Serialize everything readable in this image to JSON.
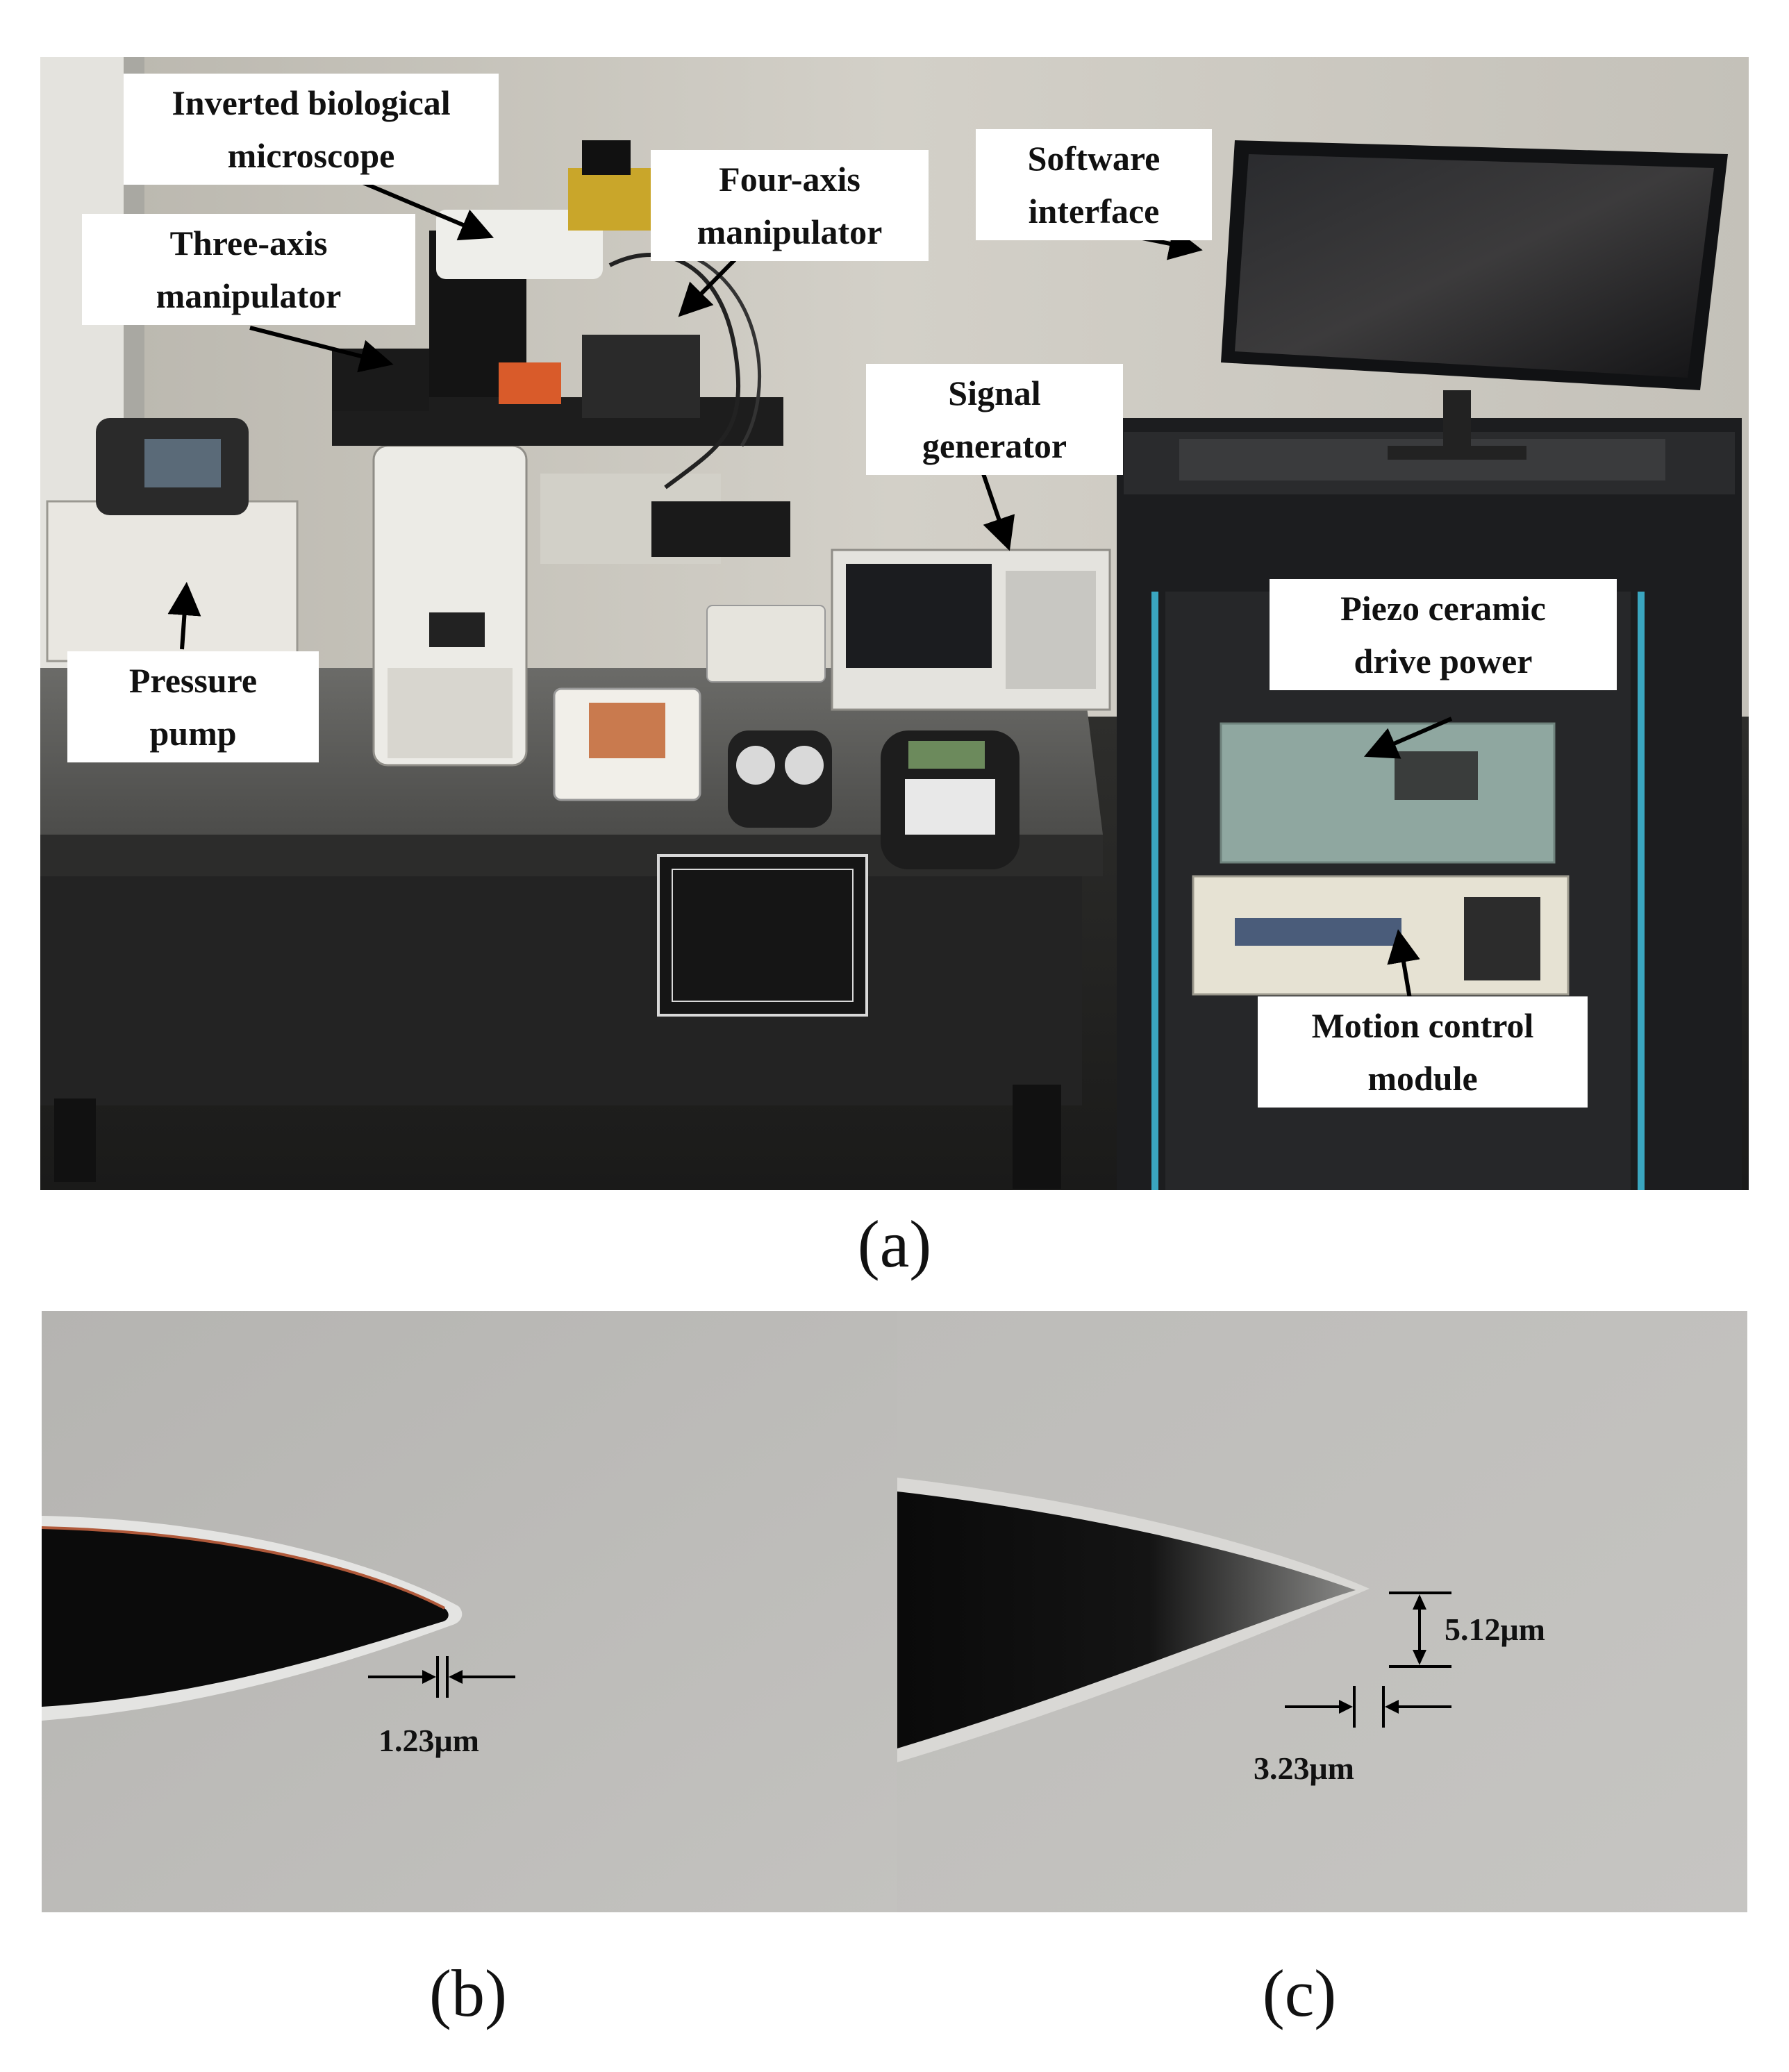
{
  "figure": {
    "labels": {
      "inverted_microscope": "Inverted biological\nmicroscope",
      "four_axis": "Four-axis\nmanipulator",
      "software": "Software\ninterface",
      "three_axis": "Three-axis\nmanipulator",
      "signal_generator": "Signal\ngenerator",
      "pressure_pump": "Pressure\npump",
      "piezo": "Piezo ceramic\ndrive power",
      "motion_control": "Motion control\nmodule"
    },
    "captions": {
      "a": "(a)",
      "b": "(b)",
      "c": "(c)"
    },
    "measurements": {
      "b_tip": "1.23μm",
      "c_height": "5.12μm",
      "c_tip": "3.23μm"
    }
  },
  "colors": {
    "wall": "#c9c6bd",
    "table": "#4a4a48",
    "cabinet": "#1c1d1f",
    "accent_cyan": "#3aa6c0",
    "pipette_bg": "#b8b8b6"
  }
}
